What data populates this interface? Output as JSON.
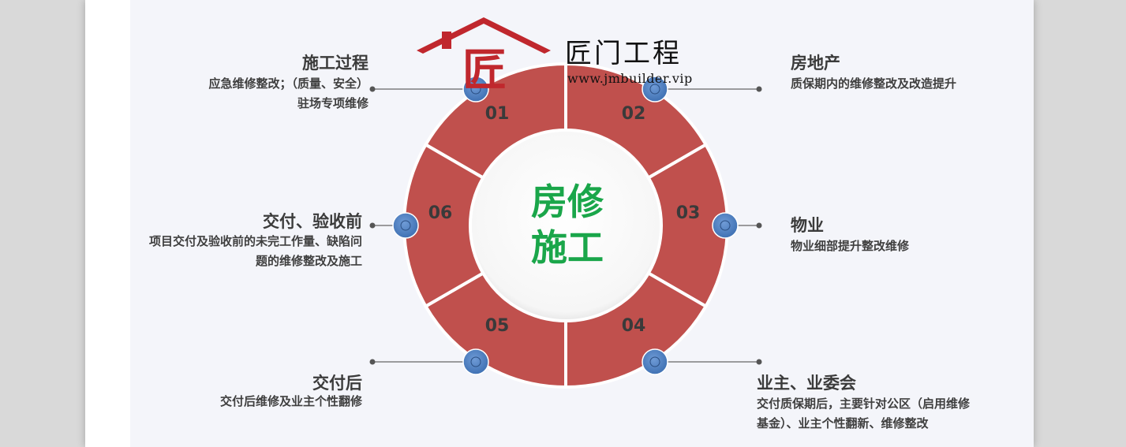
{
  "logo": {
    "mark_char": "匠",
    "name": "匠门工程",
    "url": "www.jmbuilder.vip"
  },
  "center": {
    "line1": "房修",
    "line2": "施工",
    "color": "#1aa64a"
  },
  "colors": {
    "ring": "#c0504d",
    "node": "#4f81bd",
    "logo": "#c0272d"
  },
  "segments": [
    {
      "num": "01",
      "title": "施工过程",
      "desc": [
        "应急维修整改；（质量、安全）",
        "驻场专项维修"
      ]
    },
    {
      "num": "02",
      "title": "房地产",
      "desc": [
        "质保期内的维修整改及改造提升"
      ]
    },
    {
      "num": "03",
      "title": "物业",
      "desc": [
        "物业细部提升整改维修"
      ]
    },
    {
      "num": "04",
      "title": "业主、业委会",
      "desc": [
        "交付质保期后，主要针对公区（启用维修",
        "基金）、业主个性翻新、维修整改"
      ]
    },
    {
      "num": "05",
      "title": "交付后",
      "desc": [
        "交付后维修及业主个性翻修"
      ]
    },
    {
      "num": "06",
      "title": "交付、验收前",
      "desc": [
        "项目交付及验收前的未完工作量、缺陷问",
        "题的维修整改及施工"
      ]
    }
  ]
}
